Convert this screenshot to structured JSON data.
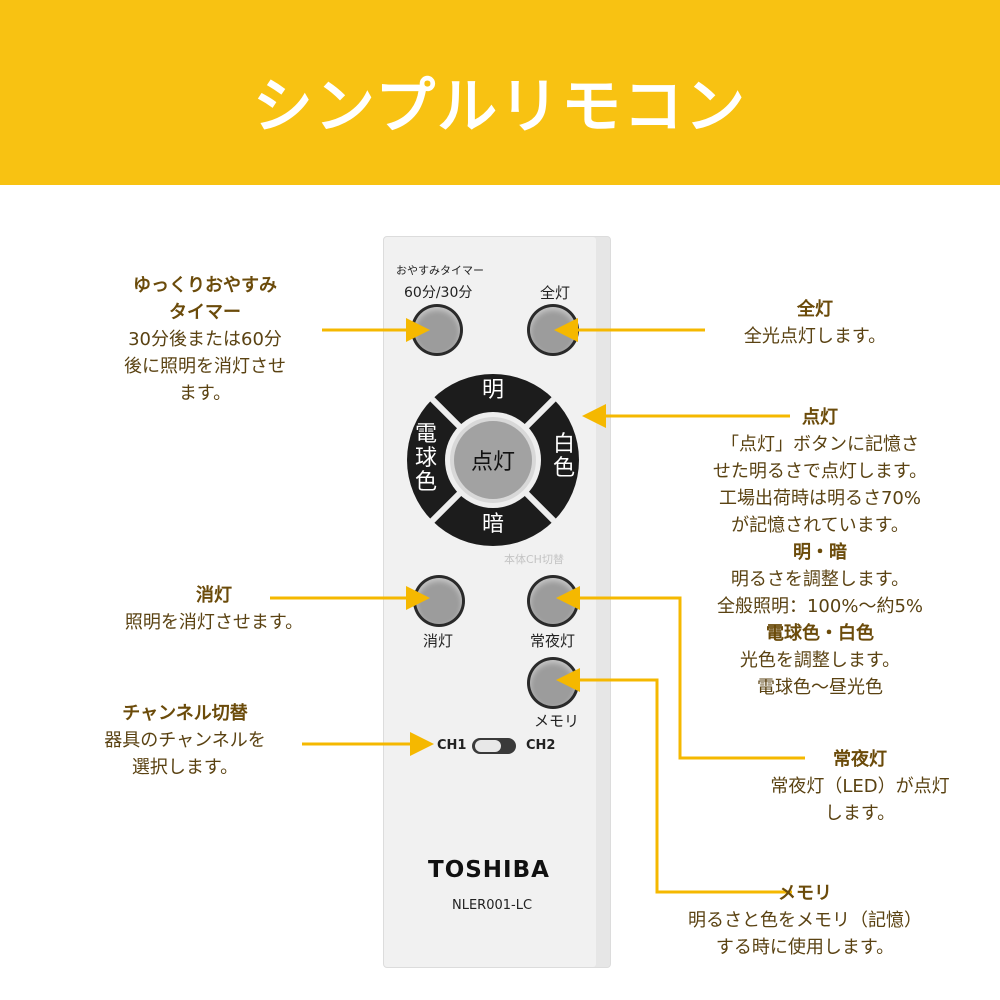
{
  "banner": {
    "title": "シンプルリモコン"
  },
  "remote": {
    "timer_top_label": "おやすみタイマー",
    "timer_label": "60分/30分",
    "full_light_label": "全灯",
    "dpad": {
      "up": "明",
      "down": "暗",
      "left": "電球色",
      "right": "白色",
      "center": "点灯"
    },
    "ch_note": "本体CH切替",
    "off_label": "消灯",
    "nightlight_label": "常夜灯",
    "memory_label": "メモリ",
    "ch1": "CH1",
    "ch2": "CH2",
    "brand": "TOSHIBA",
    "model": "NLER001-LC"
  },
  "annotations": {
    "timer": {
      "title_line1": "ゆっくりおやすみ",
      "title_line2": "タイマー",
      "body": [
        "30分後または60分",
        "後に照明を消灯させ",
        "ます。"
      ]
    },
    "full_light": {
      "title": "全灯",
      "body": [
        "全光点灯します。"
      ]
    },
    "light_on": {
      "title": "点灯",
      "body": [
        "「点灯」ボタンに記憶さ",
        "せた明るさで点灯します。",
        "工場出荷時は明るさ70%",
        "が記憶されています。"
      ]
    },
    "bright_dark": {
      "title": "明・暗",
      "body": [
        "明るさを調整します。",
        "全般照明：100%～約5%"
      ]
    },
    "color": {
      "title": "電球色・白色",
      "body": [
        "光色を調整します。",
        "電球色～昼光色"
      ]
    },
    "off": {
      "title": "消灯",
      "body": [
        "照明を消灯させます。"
      ]
    },
    "channel": {
      "title": "チャンネル切替",
      "body": [
        "器具のチャンネルを",
        "選択します。"
      ]
    },
    "nightlight": {
      "title": "常夜灯",
      "body": [
        "常夜灯（LED）が点灯",
        "します。"
      ]
    },
    "memory": {
      "title": "メモリ",
      "body": [
        "明るさと色をメモリ（記憶）",
        "する時に使用します。"
      ]
    }
  },
  "colors": {
    "banner": "#f8c212",
    "arrow": "#f5b800",
    "text": "#5a4212"
  }
}
